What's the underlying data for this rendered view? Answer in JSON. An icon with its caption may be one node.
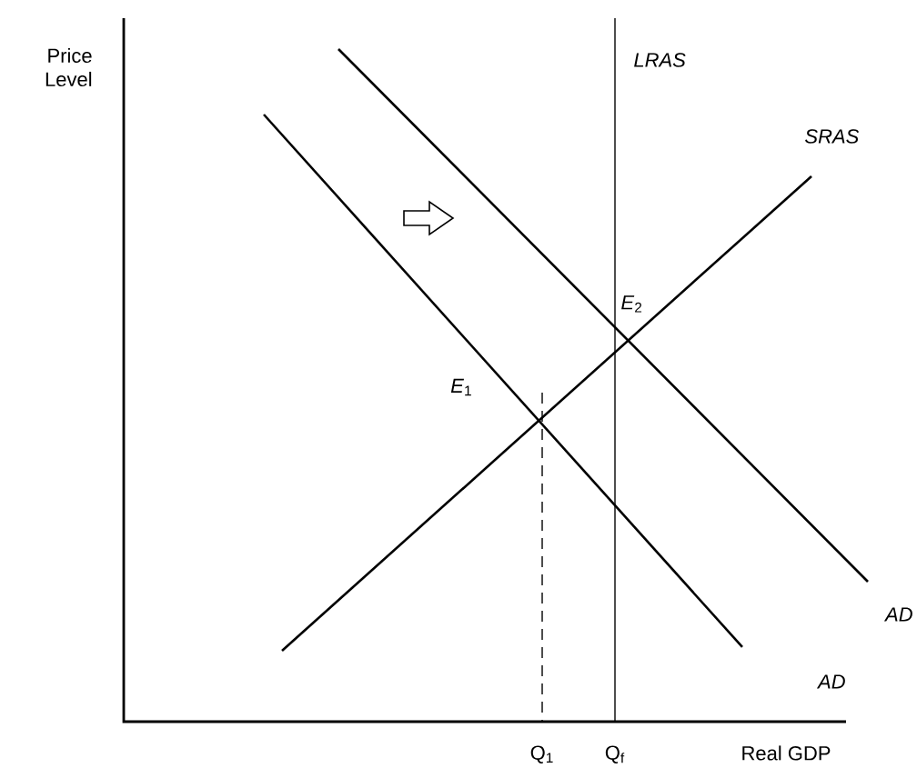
{
  "diagram": {
    "labels": [
      "Price Level",
      "LRAS",
      "SRAS",
      "*E*$_{2}$",
      "*E*$_{1}$",
      "AD",
      "AD",
      "Q$_{1}$",
      "Q$_{f}$",
      "Real GDP"
    ]
  }
}
